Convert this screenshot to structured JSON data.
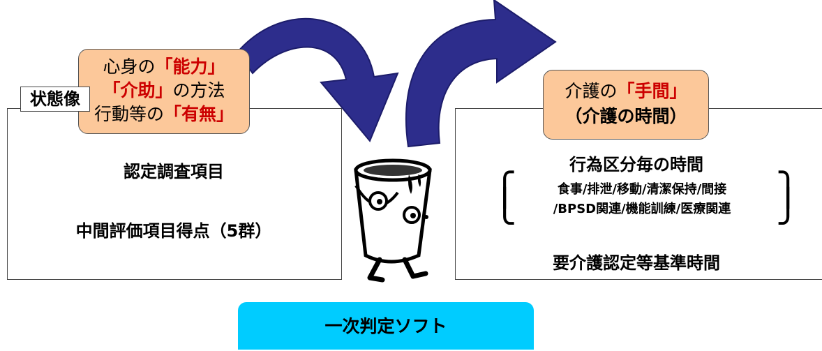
{
  "colors": {
    "arrow": "#2d2d8c",
    "orange": "#fcc89a",
    "cyan": "#00ccff",
    "red_text": "#cc0000"
  },
  "left": {
    "state_label": "状態像",
    "ability": {
      "line1_pre": "心身の",
      "line1_hl": "「能力」",
      "line2_hl": "「介助」",
      "line2_post": "の方法",
      "line3_pre": "行動等の",
      "line3_hl": "「有無」"
    },
    "item1": "認定調査項目",
    "item2": "中間評価項目得点（5群）"
  },
  "right": {
    "care": {
      "line1_pre": "介護の",
      "line1_hl": "「手間」",
      "line2": "（介護の時間）"
    },
    "title": "行為区分毎の時間",
    "sub1": "食事/排泄/移動/清潔保持/間接",
    "sub2": "/BPSD関連/機能訓練/医療関連",
    "bottom": "要介護認定等基準時間"
  },
  "soft_label": "一次判定ソフト",
  "icons": [
    "curved-arrow-icon",
    "paint-bucket-mascot-icon"
  ]
}
